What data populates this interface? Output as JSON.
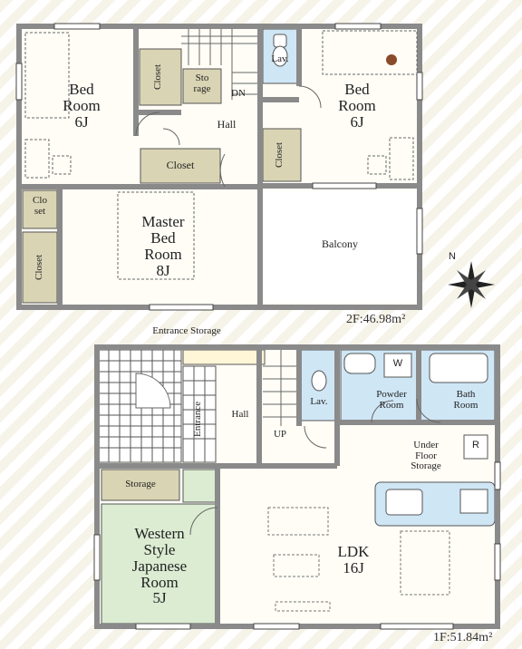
{
  "floor2": {
    "area": "2F:46.98m²",
    "rooms": {
      "bed_left": "Bed\nRoom\n6J",
      "bed_right": "Bed\nRoom\n6J",
      "master": "Master\nBed\nRoom\n8J",
      "balcony": "Balcony",
      "hall": "Hall",
      "storage": "Sto\nrage",
      "dn": "DN",
      "lav": "Lav.",
      "closet_a": "Closet",
      "closet_b": "Closet",
      "closet_c": "Closet",
      "closet_d": "Clo\nset",
      "closet_e": "Closet"
    }
  },
  "floor1": {
    "area": "1F:51.84m²",
    "rooms": {
      "entrance_storage": "Entrance Storage",
      "entrance": "Entrance",
      "hall": "Hall",
      "up": "UP",
      "lav": "Lav.",
      "powder": "Powder\nRoom",
      "bath": "Bath\nRoom",
      "w": "W",
      "r": "R",
      "under_floor": "Under\nFloor\nStorage",
      "storage": "Storage",
      "japanese": "Western\nStyle\nJapanese\nRoom\n5J",
      "ldk": "LDK\n16J"
    }
  },
  "compass": "N",
  "colors": {
    "wall": "#8a8a8a",
    "closet": "#d9d4b4",
    "wet": "#cfe6f5",
    "tatami": "#dbecd2",
    "room": "#fffdf6"
  }
}
